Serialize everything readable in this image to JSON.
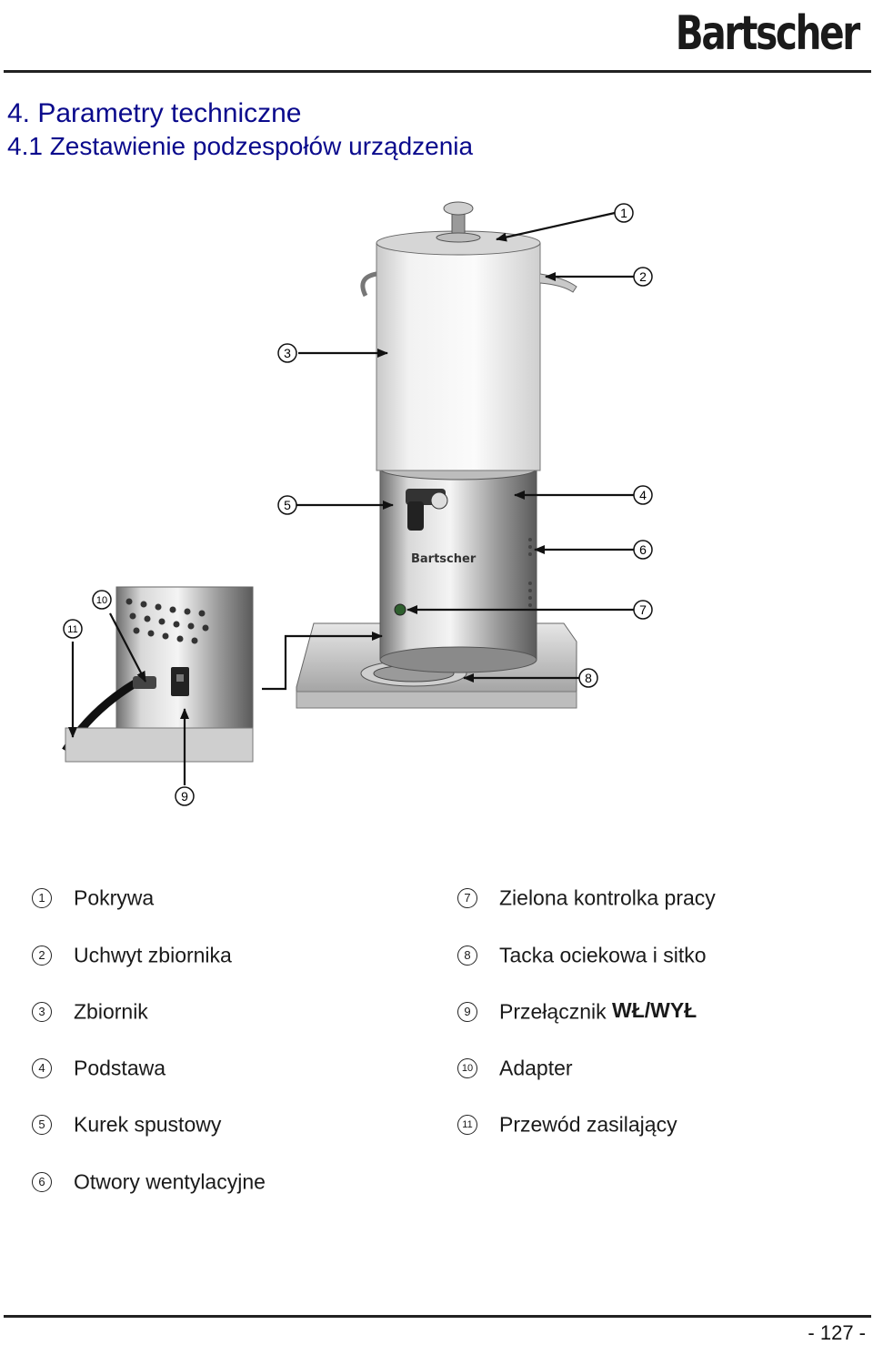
{
  "header": {
    "brand": "Bartscher",
    "title": "4. Parametry techniczne",
    "subtitle": "4.1 Zestawienie podzespołów urządzenia"
  },
  "figure": {
    "device_logo": "Bartscher",
    "callouts": [
      "1",
      "2",
      "3",
      "4",
      "5",
      "6",
      "7",
      "8",
      "9",
      "10",
      "11"
    ]
  },
  "legend": [
    {
      "num": "1",
      "text": "Pokrywa"
    },
    {
      "num": "2",
      "text": "Uchwyt zbiornika"
    },
    {
      "num": "3",
      "text": "Zbiornik"
    },
    {
      "num": "4",
      "text": "Podstawa"
    },
    {
      "num": "5",
      "text": "Kurek spustowy"
    },
    {
      "num": "6",
      "text": "Otwory wentylacyjne"
    },
    {
      "num": "7",
      "text": "Zielona kontrolka pracy"
    },
    {
      "num": "8",
      "text": "Tacka ociekowa i sitko"
    },
    {
      "num": "9",
      "text": "Przełącznik ",
      "bold": "WŁ/WYŁ"
    },
    {
      "num": "10",
      "text": "Adapter"
    },
    {
      "num": "11",
      "text": "Przewód zasilający"
    }
  ],
  "footer": {
    "page": "- 127 -"
  }
}
